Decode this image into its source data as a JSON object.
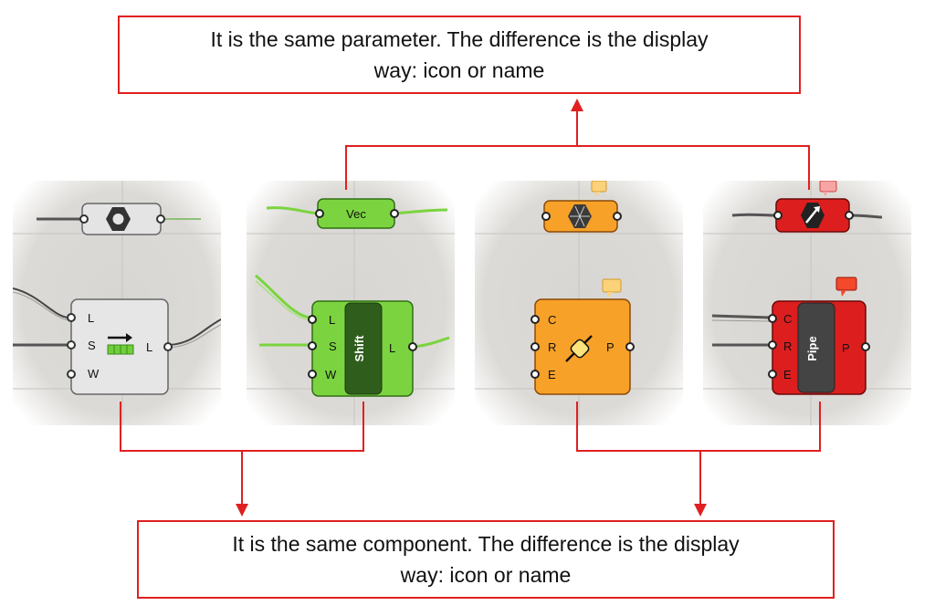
{
  "callouts": {
    "top": {
      "line1": "It is the same parameter. The difference is the display",
      "line2": "way: icon or name"
    },
    "bottom": {
      "line1": "It is the same component. The difference is the display",
      "line2": "way: icon or name"
    }
  },
  "panels": [
    {
      "theme": "grey",
      "param": {
        "display": "icon",
        "icon": "hexagon-nut-icon"
      },
      "component": {
        "display": "icon",
        "icon": "shift-arrow-icon",
        "inputs": [
          "L",
          "S",
          "W"
        ],
        "outputs": [
          "L"
        ]
      }
    },
    {
      "theme": "green",
      "param": {
        "display": "name",
        "label": "Vec"
      },
      "component": {
        "display": "name",
        "label": "Shift",
        "inputs": [
          "L",
          "S",
          "W"
        ],
        "outputs": [
          "L"
        ]
      }
    },
    {
      "theme": "orange",
      "param": {
        "display": "icon",
        "icon": "mesh-hexagon-icon"
      },
      "component": {
        "display": "icon",
        "icon": "pipe-icon",
        "inputs": [
          "C",
          "R",
          "E"
        ],
        "outputs": [
          "P"
        ]
      }
    },
    {
      "theme": "red",
      "param": {
        "display": "icon",
        "icon": "vector-arrow-icon"
      },
      "component": {
        "display": "name",
        "label": "Pipe",
        "inputs": [
          "C",
          "R",
          "E"
        ],
        "outputs": [
          "P"
        ]
      }
    }
  ],
  "colors": {
    "arrow": "#e02020",
    "grey_fill": "#e2e2e2",
    "green_fill": "#7bd43f",
    "orange_fill": "#f7a128",
    "red_fill": "#dd1e1e",
    "canvas": "#d8d6d2"
  }
}
